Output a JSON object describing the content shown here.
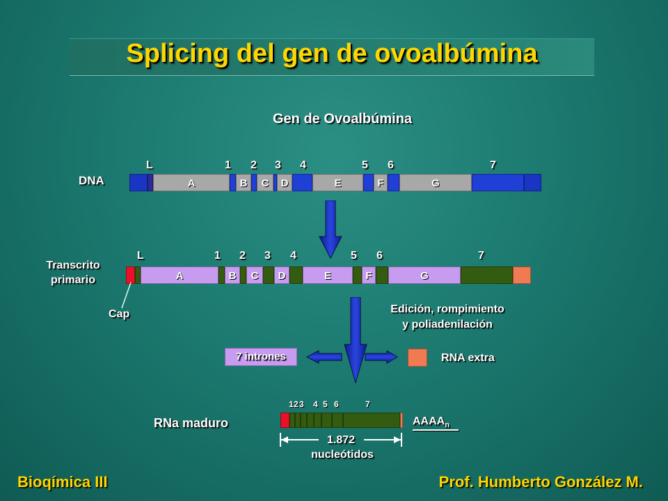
{
  "title": "Splicing del gen de ovoalbúmina",
  "gene_heading": "Gen de Ovoalbúmina",
  "dna_row": {
    "label": "DNA",
    "numbers": [
      "L",
      "1",
      "2",
      "3",
      "4",
      "5",
      "6",
      "7"
    ],
    "exons": [
      "A",
      "B",
      "C",
      "D",
      "E",
      "F",
      "G"
    ]
  },
  "primary_row": {
    "label_line1": "Transcrito",
    "label_line2": "primario",
    "numbers": [
      "L",
      "1",
      "2",
      "3",
      "4",
      "5",
      "6",
      "7"
    ],
    "exons": [
      "A",
      "B",
      "C",
      "D",
      "E",
      "F",
      "G"
    ],
    "cap_label": "Cap"
  },
  "processing": {
    "heading_line1": "Edición, rompimiento",
    "heading_line2": "y poliadenilación",
    "introns_label": "7 intrones",
    "rna_extra_label": "RNA extra"
  },
  "mature_row": {
    "label": "RNa maduro",
    "numbers": [
      "1",
      "2",
      "3",
      "4",
      "5",
      "6",
      "7"
    ],
    "poly_a": "AAAA",
    "poly_a_sub": "n",
    "length_value": "1.872",
    "length_unit": "nucleótidos"
  },
  "footer": {
    "left": "Bioqímica III",
    "right": "Prof. Humberto González M."
  },
  "colors": {
    "title_text": "#ffd700",
    "exon_dna": "#a8a8a8",
    "intron_dna": "#1f3fd6",
    "exon_rna": "#c79cf0",
    "intron_rna": "#335c10",
    "cap": "#e8102a",
    "poly_tail": "#f07a52",
    "arrow": "#1a2fc8"
  }
}
